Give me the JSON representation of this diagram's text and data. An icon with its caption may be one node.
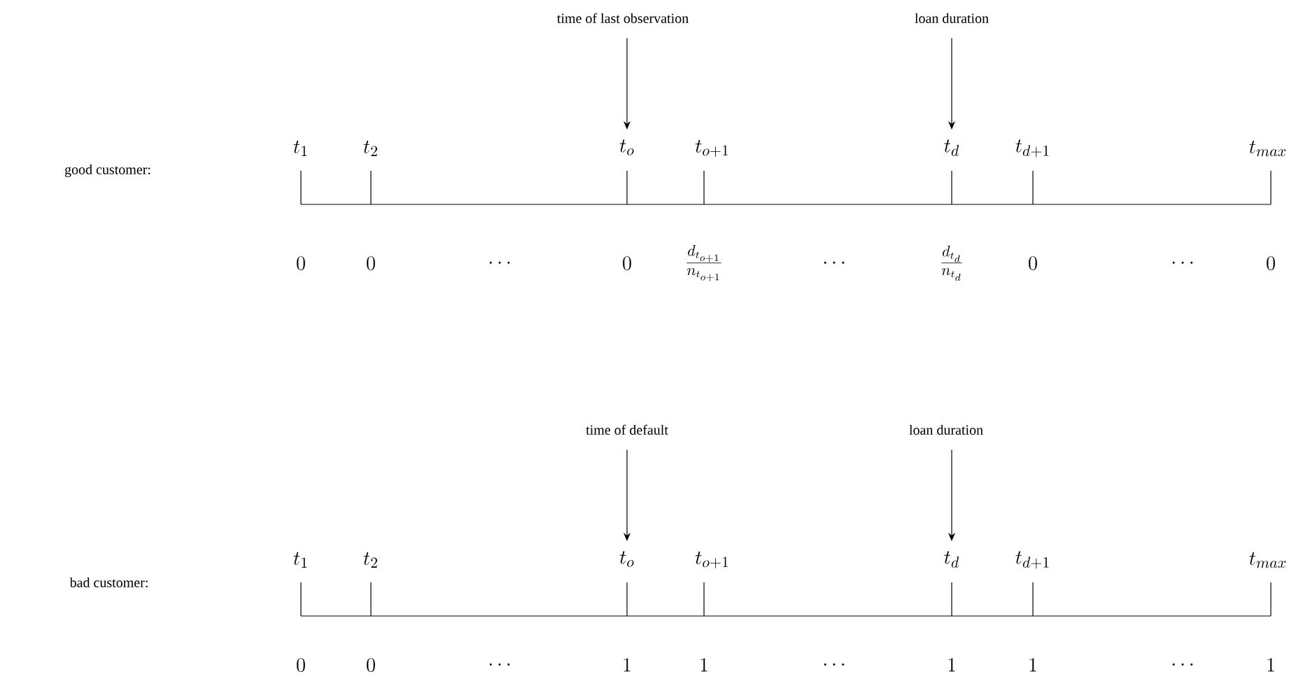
{
  "diagram": {
    "nodes": [
      {
        "text": [
          "time of last observation"
        ]
      },
      {
        "text": [
          "loan duration"
        ]
      },
      {
        "text": [
          "t_o"
        ]
      },
      {
        "text": [
          "t_d"
        ]
      },
      {
        "text": [
          "time of default"
        ]
      },
      {
        "text": [
          "loan duration"
        ]
      },
      {
        "text": [
          "t_o"
        ]
      },
      {
        "text": [
          "t_d"
        ]
      }
    ],
    "edges": [
      {
        "from": 0,
        "to": 2,
        "arrow": "to"
      },
      {
        "from": 1,
        "to": 3,
        "arrow": "to"
      },
      {
        "from": 4,
        "to": 6,
        "arrow": "to"
      },
      {
        "from": 5,
        "to": 7,
        "arrow": "to"
      }
    ],
    "labels": [
      "good customer:",
      "t_1",
      "t_2",
      "t_{o+1}",
      "t_{d+1}",
      "t_{max}",
      "0",
      "0",
      "\\cdots",
      "0",
      "\\frac{d_{t_{o+1}}}{n_{t_{o+1}}}",
      "\\cdots",
      "\\frac{d_{t_d}}{n_{t_d}}",
      "0",
      "\\cdots",
      "0",
      "bad customer:",
      "t_1",
      "t_2",
      "t_{o+1}",
      "t_{d+1}",
      "t_{max}",
      "0",
      "0",
      "\\cdots",
      "1",
      "1",
      "\\cdots",
      "1",
      "1",
      "\\cdots",
      "1"
    ]
  }
}
